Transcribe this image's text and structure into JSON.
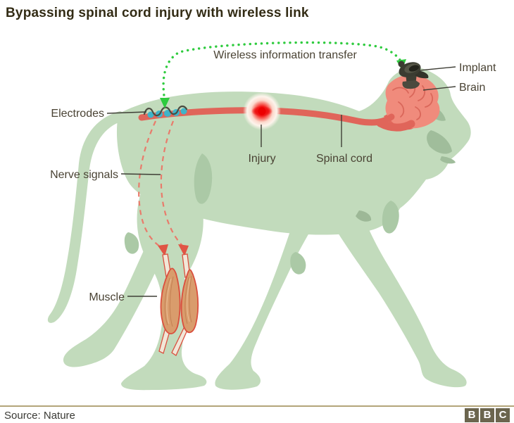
{
  "title": "Bypassing spinal cord injury with wireless link",
  "diagram": {
    "wireless_label": "Wireless information transfer",
    "labels": {
      "implant": "Implant",
      "brain": "Brain",
      "electrodes": "Electrodes",
      "injury": "Injury",
      "spinal_cord": "Spinal cord",
      "nerve_signals": "Nerve signals",
      "muscle": "Muscle"
    }
  },
  "footer": {
    "source": "Source: Nature",
    "logo_letters": [
      "B",
      "B",
      "C"
    ]
  },
  "colors": {
    "monkey_body": "#c2dbbc",
    "monkey_shade": "#abc9a6",
    "face_shade": "#a0bd9b",
    "spinal_cord": "#e0655a",
    "injury_core": "#ee0000",
    "brain": "#f08b7c",
    "brain_sulci": "#da675a",
    "electrodes": "#3fb4c9",
    "implant": "#3b3c31",
    "wireless_green": "#2ecb3e",
    "nerve_dash": "#e97b6b",
    "muscle_fill": "#d99c6c",
    "muscle_outline": "#da4f3e",
    "label_text": "#4a4334",
    "title_text": "#332c15",
    "footer_line": "#b3a57a",
    "bbc_block": "#6b654e"
  }
}
